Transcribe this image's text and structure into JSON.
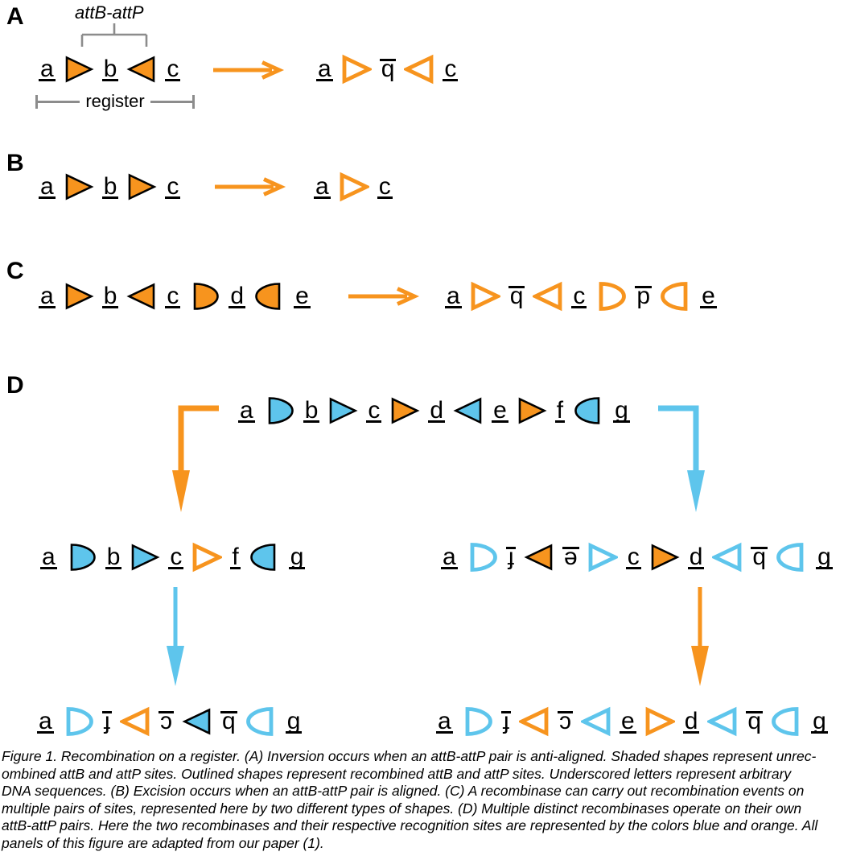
{
  "colors": {
    "orange": "#F7941E",
    "blue": "#5EC5EC",
    "black": "#000000",
    "gray": "#8C8C8C"
  },
  "panelA": {
    "label": "A",
    "attb_attp_label": "attB-attP",
    "register_label": "register",
    "before": [
      {
        "k": "letter",
        "ch": "a",
        "bar": "under"
      },
      {
        "k": "shape",
        "shape": "tri-right",
        "color": "orange",
        "style": "filled"
      },
      {
        "k": "letter",
        "ch": "b",
        "bar": "under"
      },
      {
        "k": "shape",
        "shape": "tri-left",
        "color": "orange",
        "style": "filled"
      },
      {
        "k": "letter",
        "ch": "c",
        "bar": "under"
      }
    ],
    "after": [
      {
        "k": "letter",
        "ch": "a",
        "bar": "under"
      },
      {
        "k": "shape",
        "shape": "tri-right",
        "color": "orange",
        "style": "outline"
      },
      {
        "k": "letter",
        "ch": "q",
        "bar": "over"
      },
      {
        "k": "shape",
        "shape": "tri-left",
        "color": "orange",
        "style": "outline"
      },
      {
        "k": "letter",
        "ch": "c",
        "bar": "under"
      }
    ]
  },
  "panelB": {
    "label": "B",
    "before": [
      {
        "k": "letter",
        "ch": "a",
        "bar": "under"
      },
      {
        "k": "shape",
        "shape": "tri-right",
        "color": "orange",
        "style": "filled"
      },
      {
        "k": "letter",
        "ch": "b",
        "bar": "under"
      },
      {
        "k": "shape",
        "shape": "tri-right",
        "color": "orange",
        "style": "filled"
      },
      {
        "k": "letter",
        "ch": "c",
        "bar": "under"
      }
    ],
    "after": [
      {
        "k": "letter",
        "ch": "a",
        "bar": "under"
      },
      {
        "k": "shape",
        "shape": "tri-right",
        "color": "orange",
        "style": "outline"
      },
      {
        "k": "letter",
        "ch": "c",
        "bar": "under"
      }
    ]
  },
  "panelC": {
    "label": "C",
    "before": [
      {
        "k": "letter",
        "ch": "a",
        "bar": "under"
      },
      {
        "k": "shape",
        "shape": "tri-right",
        "color": "orange",
        "style": "filled"
      },
      {
        "k": "letter",
        "ch": "b",
        "bar": "under"
      },
      {
        "k": "shape",
        "shape": "tri-left",
        "color": "orange",
        "style": "filled"
      },
      {
        "k": "letter",
        "ch": "c",
        "bar": "under"
      },
      {
        "k": "shape",
        "shape": "half-right",
        "color": "orange",
        "style": "filled"
      },
      {
        "k": "letter",
        "ch": "d",
        "bar": "under"
      },
      {
        "k": "shape",
        "shape": "half-left",
        "color": "orange",
        "style": "filled"
      },
      {
        "k": "letter",
        "ch": "e",
        "bar": "under"
      }
    ],
    "after": [
      {
        "k": "letter",
        "ch": "a",
        "bar": "under"
      },
      {
        "k": "shape",
        "shape": "tri-right",
        "color": "orange",
        "style": "outline"
      },
      {
        "k": "letter",
        "ch": "q",
        "bar": "over"
      },
      {
        "k": "shape",
        "shape": "tri-left",
        "color": "orange",
        "style": "outline"
      },
      {
        "k": "letter",
        "ch": "c",
        "bar": "under"
      },
      {
        "k": "shape",
        "shape": "half-right",
        "color": "orange",
        "style": "outline"
      },
      {
        "k": "letter",
        "ch": "p",
        "bar": "over"
      },
      {
        "k": "shape",
        "shape": "half-left",
        "color": "orange",
        "style": "outline"
      },
      {
        "k": "letter",
        "ch": "e",
        "bar": "under"
      }
    ]
  },
  "panelD": {
    "label": "D",
    "parent": [
      {
        "k": "letter",
        "ch": "a",
        "bar": "under"
      },
      {
        "k": "shape",
        "shape": "half-right",
        "color": "blue",
        "style": "filled"
      },
      {
        "k": "letter",
        "ch": "b",
        "bar": "under"
      },
      {
        "k": "shape",
        "shape": "tri-right",
        "color": "blue",
        "style": "filled"
      },
      {
        "k": "letter",
        "ch": "c",
        "bar": "under"
      },
      {
        "k": "shape",
        "shape": "tri-right",
        "color": "orange",
        "style": "filled"
      },
      {
        "k": "letter",
        "ch": "d",
        "bar": "under"
      },
      {
        "k": "shape",
        "shape": "tri-left",
        "color": "blue",
        "style": "filled"
      },
      {
        "k": "letter",
        "ch": "e",
        "bar": "under"
      },
      {
        "k": "shape",
        "shape": "tri-right",
        "color": "orange",
        "style": "filled"
      },
      {
        "k": "letter",
        "ch": "f",
        "bar": "under"
      },
      {
        "k": "shape",
        "shape": "half-left",
        "color": "blue",
        "style": "filled"
      },
      {
        "k": "letter",
        "ch": "g",
        "bar": "under"
      }
    ],
    "left_intermediate": [
      {
        "k": "letter",
        "ch": "a",
        "bar": "under"
      },
      {
        "k": "shape",
        "shape": "half-right",
        "color": "blue",
        "style": "filled"
      },
      {
        "k": "letter",
        "ch": "b",
        "bar": "under"
      },
      {
        "k": "shape",
        "shape": "tri-right",
        "color": "blue",
        "style": "filled"
      },
      {
        "k": "letter",
        "ch": "c",
        "bar": "under"
      },
      {
        "k": "shape",
        "shape": "tri-right",
        "color": "orange",
        "style": "outline"
      },
      {
        "k": "letter",
        "ch": "f",
        "bar": "under"
      },
      {
        "k": "shape",
        "shape": "half-left",
        "color": "blue",
        "style": "filled"
      },
      {
        "k": "letter",
        "ch": "g",
        "bar": "under"
      }
    ],
    "right_intermediate": [
      {
        "k": "letter",
        "ch": "a",
        "bar": "under"
      },
      {
        "k": "shape",
        "shape": "half-right",
        "color": "blue",
        "style": "outline"
      },
      {
        "k": "letter",
        "ch": "ɟ",
        "bar": "over"
      },
      {
        "k": "shape",
        "shape": "tri-left",
        "color": "orange",
        "style": "filled"
      },
      {
        "k": "letter",
        "ch": "ǝ",
        "bar": "over"
      },
      {
        "k": "shape",
        "shape": "tri-right",
        "color": "blue",
        "style": "outline"
      },
      {
        "k": "letter",
        "ch": "c",
        "bar": "under"
      },
      {
        "k": "shape",
        "shape": "tri-right",
        "color": "orange",
        "style": "filled"
      },
      {
        "k": "letter",
        "ch": "d",
        "bar": "under"
      },
      {
        "k": "shape",
        "shape": "tri-left",
        "color": "blue",
        "style": "outline"
      },
      {
        "k": "letter",
        "ch": "q",
        "bar": "over"
      },
      {
        "k": "shape",
        "shape": "half-left",
        "color": "blue",
        "style": "outline"
      },
      {
        "k": "letter",
        "ch": "g",
        "bar": "under"
      }
    ],
    "left_final": [
      {
        "k": "letter",
        "ch": "a",
        "bar": "under"
      },
      {
        "k": "shape",
        "shape": "half-right",
        "color": "blue",
        "style": "outline"
      },
      {
        "k": "letter",
        "ch": "ɟ",
        "bar": "over"
      },
      {
        "k": "shape",
        "shape": "tri-left",
        "color": "orange",
        "style": "outline"
      },
      {
        "k": "letter",
        "ch": "ɔ",
        "bar": "over"
      },
      {
        "k": "shape",
        "shape": "tri-left",
        "color": "blue",
        "style": "filled"
      },
      {
        "k": "letter",
        "ch": "q",
        "bar": "over"
      },
      {
        "k": "shape",
        "shape": "half-left",
        "color": "blue",
        "style": "outline"
      },
      {
        "k": "letter",
        "ch": "g",
        "bar": "under"
      }
    ],
    "right_final": [
      {
        "k": "letter",
        "ch": "a",
        "bar": "under"
      },
      {
        "k": "shape",
        "shape": "half-right",
        "color": "blue",
        "style": "outline"
      },
      {
        "k": "letter",
        "ch": "ɟ",
        "bar": "over"
      },
      {
        "k": "shape",
        "shape": "tri-left",
        "color": "orange",
        "style": "outline"
      },
      {
        "k": "letter",
        "ch": "ɔ",
        "bar": "over"
      },
      {
        "k": "shape",
        "shape": "tri-left",
        "color": "blue",
        "style": "outline"
      },
      {
        "k": "letter",
        "ch": "e",
        "bar": "under"
      },
      {
        "k": "shape",
        "shape": "tri-right",
        "color": "orange",
        "style": "outline"
      },
      {
        "k": "letter",
        "ch": "d",
        "bar": "under"
      },
      {
        "k": "shape",
        "shape": "tri-left",
        "color": "blue",
        "style": "outline"
      },
      {
        "k": "letter",
        "ch": "q",
        "bar": "over"
      },
      {
        "k": "shape",
        "shape": "half-left",
        "color": "blue",
        "style": "outline"
      },
      {
        "k": "letter",
        "ch": "g",
        "bar": "under"
      }
    ]
  },
  "caption": {
    "lines": [
      "Figure 1. Recombination on a register. (A) Inversion occurs when an attB-attP pair is anti-aligned. Shaded shapes represent unrec-",
      "ombined attB and attP sites. Outlined shapes represent recombined attB and attP sites. Underscored letters represent arbitrary",
      "DNA sequences. (B) Excision occurs when an attB-attP pair is aligned. (C) A recombinase can carry out recombination events on",
      "multiple pairs of sites, represented here by two different types of shapes. (D) Multiple distinct recombinases operate on their own",
      "attB-attP pairs. Here the two recombinases and their respective recognition sites are represented by the colors blue and orange. All",
      "panels of this figure are adapted from our paper (1)."
    ]
  }
}
